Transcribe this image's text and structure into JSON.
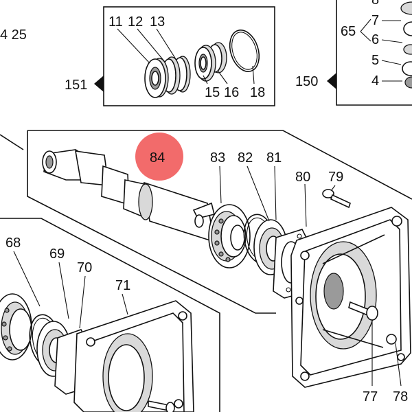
{
  "diagram": {
    "highlight_color": "#f26b6b",
    "labels": {
      "l425": "4 25",
      "l11": "11",
      "l12": "12",
      "l13": "13",
      "l151": "151",
      "l15": "15",
      "l16": "16",
      "l18": "18",
      "l150": "150",
      "l65": "65",
      "l7": "7",
      "l6": "6",
      "l5": "5",
      "l4": "4",
      "l84": "84",
      "l83": "83",
      "l82": "82",
      "l81": "81",
      "l80": "80",
      "l79": "79",
      "l68": "68",
      "l69": "69",
      "l70": "70",
      "l71": "71",
      "l77": "77",
      "l78": "78"
    }
  }
}
